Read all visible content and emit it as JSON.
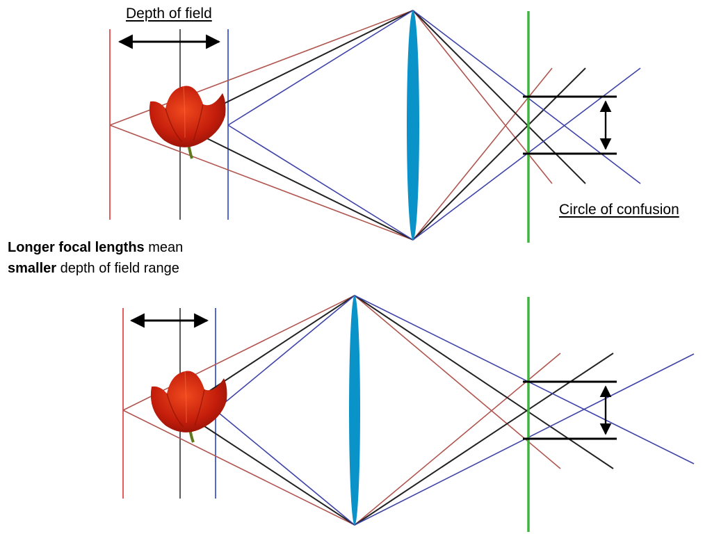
{
  "labels": {
    "depth_of_field": "Depth of field",
    "circle_of_confusion": "Circle of confusion"
  },
  "caption": {
    "line1_bold": "Longer focal lengths",
    "line1_rest": " mean",
    "line2_bold": "smaller",
    "line2_rest": " depth of field range"
  },
  "colors": {
    "red_rays": "#b0554f",
    "black_rays": "#222222",
    "blue_rays": "#3f44a8",
    "lens": "#0a93c8",
    "sensor": "#3fb53f",
    "tulip": "#d4260e"
  }
}
